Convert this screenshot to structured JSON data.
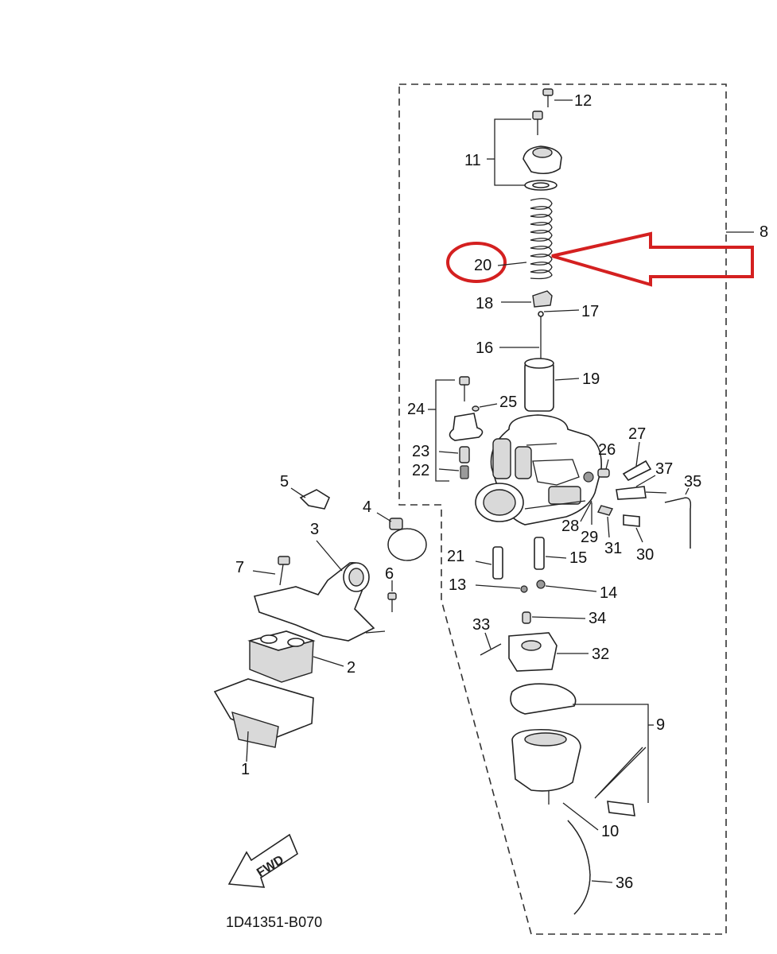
{
  "diagram": {
    "callouts": {
      "c1": "1",
      "c2": "2",
      "c3": "3",
      "c4": "4",
      "c5": "5",
      "c6": "6",
      "c7": "7",
      "c8": "8",
      "c9": "9",
      "c10": "10",
      "c11": "11",
      "c12": "12",
      "c13": "13",
      "c14": "14",
      "c15": "15",
      "c16": "16",
      "c17": "17",
      "c18": "18",
      "c19": "19",
      "c20": "20",
      "c21": "21",
      "c22": "22",
      "c23": "23",
      "c24": "24",
      "c25": "25",
      "c26": "26",
      "c27": "27",
      "c28": "28",
      "c29": "29",
      "c30": "30",
      "c31": "31",
      "c32": "32",
      "c33": "33",
      "c34": "34",
      "c35": "35",
      "c36": "36",
      "c37": "37"
    },
    "fwd_label": "FWD",
    "diagram_code": "1D41351-B070",
    "highlight": {
      "target": "20",
      "color": "#d42020"
    }
  }
}
